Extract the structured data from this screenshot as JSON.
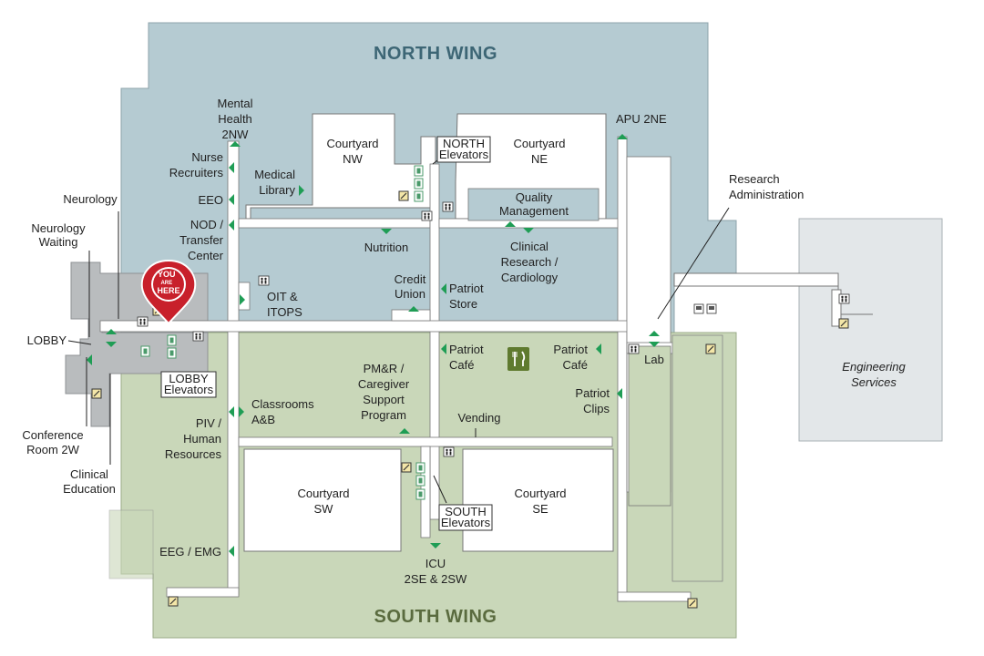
{
  "wings": {
    "north": "NORTH WING",
    "south": "SOUTH WING"
  },
  "courtyards": {
    "nw": [
      "Courtyard",
      "NW"
    ],
    "ne": [
      "Courtyard",
      "NE"
    ],
    "sw": [
      "Courtyard",
      "SW"
    ],
    "se": [
      "Courtyard",
      "SE"
    ]
  },
  "elevators": {
    "north": [
      "NORTH",
      "Elevators"
    ],
    "lobby": [
      "LOBBY",
      "Elevators"
    ],
    "south": [
      "SOUTH",
      "Elevators"
    ]
  },
  "you_are_here": [
    "YOU",
    "ARE",
    "HERE"
  ],
  "labels": {
    "mental_health": [
      "Mental",
      "Health",
      "2NW"
    ],
    "nurse_recruiters": [
      "Nurse",
      "Recruiters"
    ],
    "eeo": "EEO",
    "nod": [
      "NOD /",
      "Transfer",
      "Center"
    ],
    "neurology": "Neurology",
    "neurology_waiting": [
      "Neurology",
      "Waiting"
    ],
    "lobby": "LOBBY",
    "conference_room": [
      "Conference",
      "Room 2W"
    ],
    "clinical_education": [
      "Clinical",
      "Education"
    ],
    "medical_library": [
      "Medical",
      "Library"
    ],
    "nutrition": "Nutrition",
    "credit_union": [
      "Credit",
      "Union"
    ],
    "patriot_store": [
      "Patriot",
      "Store"
    ],
    "oit": [
      "OIT &",
      "ITOPS"
    ],
    "quality": [
      "Quality",
      "Management"
    ],
    "clinical_research": [
      "Clinical",
      "Research /",
      "Cardiology"
    ],
    "apu": "APU 2NE",
    "research_admin": [
      "Research",
      "Administration"
    ],
    "engineering": [
      "Engineering",
      "Services"
    ],
    "patriot_cafe_1": [
      "Patriot",
      "Café"
    ],
    "patriot_cafe_2": [
      "Patriot",
      "Café"
    ],
    "patriot_clips": [
      "Patriot",
      "Clips"
    ],
    "lab": "Lab",
    "pmr": [
      "PM&R /",
      "Caregiver",
      "Support",
      "Program"
    ],
    "vending": "Vending",
    "classrooms": [
      "Classrooms",
      "A&B"
    ],
    "piv": [
      "PIV /",
      "Human",
      "Resources"
    ],
    "eeg": "EEG / EMG",
    "icu": [
      "ICU",
      "2SE & 2SW"
    ]
  },
  "colors": {
    "north_wing": "#b5cbd2",
    "south_wing": "#c9d7b9",
    "lobby_gray": "#b9bcbe",
    "engineering": "#e3e7e9",
    "arrow": "#1f9d55",
    "wing_text": "#3d6675",
    "south_text": "#5a6b3f",
    "marker": "#c8202b",
    "dining_icon": "#5f7a2f"
  },
  "icons": [
    "restroom-icon",
    "stairs-icon",
    "elevator-icon",
    "dining-icon",
    "vending-icon",
    "location-pin-icon"
  ]
}
